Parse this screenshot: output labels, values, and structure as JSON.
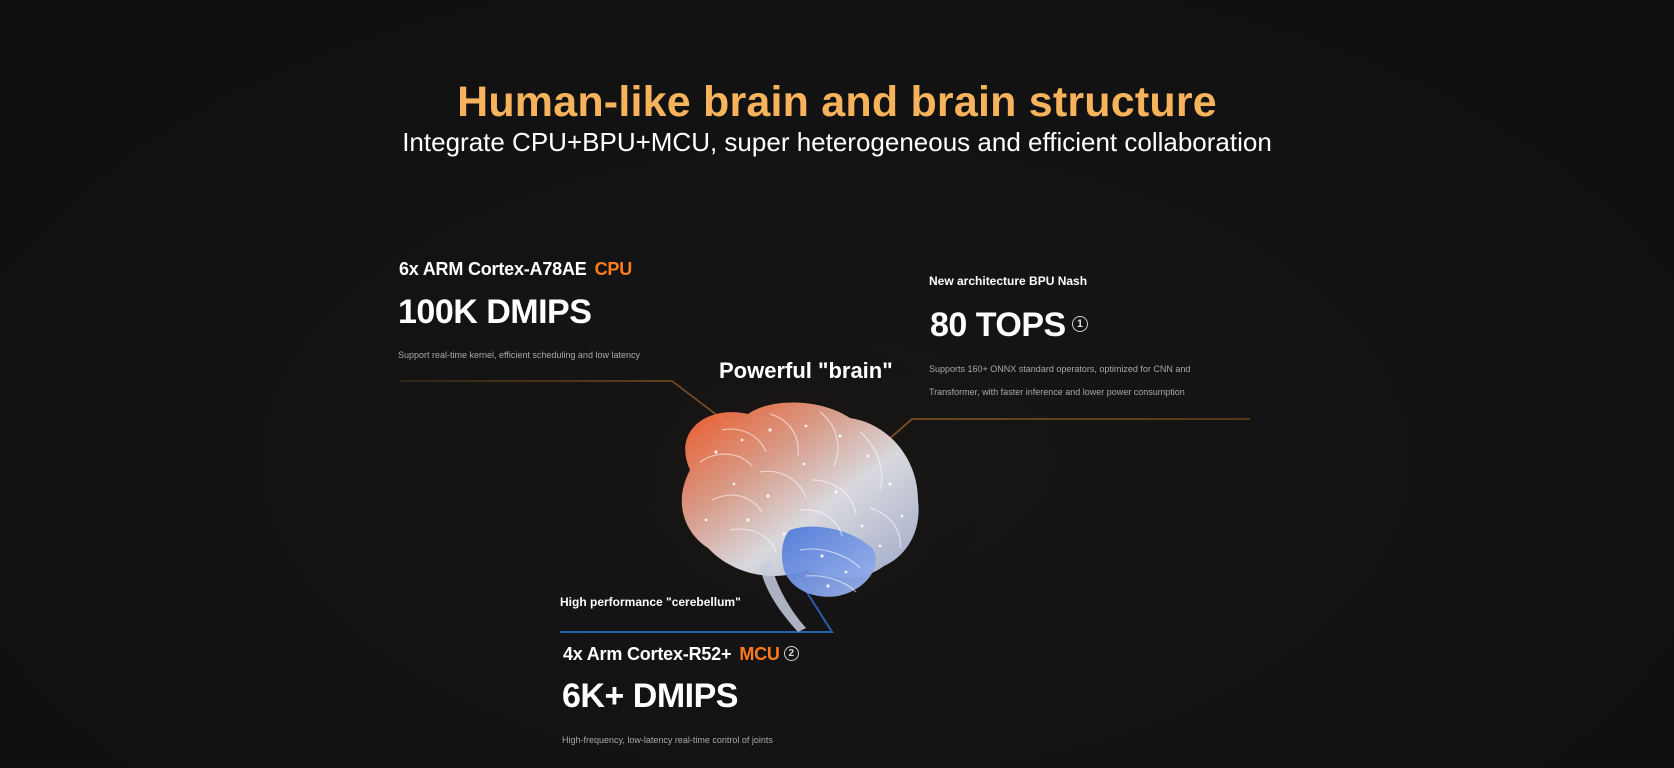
{
  "header": {
    "title": "Human-like brain and brain structure",
    "subtitle": "Integrate CPU+BPU+MCU, super heterogeneous and efficient collaboration"
  },
  "cpu": {
    "name": "6x ARM Cortex-A78AE",
    "tag": "CPU",
    "metric": "100K DMIPS",
    "description": "Support real-time kernel, efficient scheduling and low latency"
  },
  "bpu": {
    "name": "New architecture BPU Nash",
    "metric": "80 TOPS",
    "footnote": "1",
    "description_line1": "Supports 160+ ONNX standard operators, optimized for CNN and",
    "description_line2": "Transformer, with faster inference and lower power consumption"
  },
  "brain": {
    "label": "Powerful \"brain\""
  },
  "mcu": {
    "cerebellum_label": "High performance \"cerebellum\"",
    "name": "4x Arm Cortex-R52+",
    "tag": "MCU",
    "footnote": "2",
    "metric": "6K+ DMIPS",
    "description": "High-frequency, low-latency real-time control of joints"
  },
  "colors": {
    "title": "#f6b35b",
    "accent": "#ff7a1a",
    "cpu_line": "#7a4a18",
    "bpu_line": "#7a4a18",
    "mcu_line": "#2b5fae"
  },
  "icons": {
    "brain": "brain-illustration"
  }
}
